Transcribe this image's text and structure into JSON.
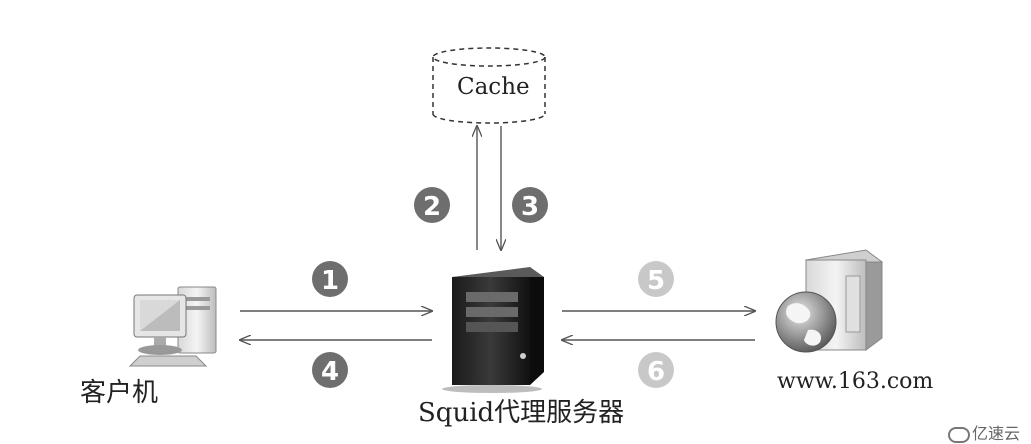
{
  "nodes": {
    "cache": "Cache",
    "client": "客户机",
    "proxy": "Squid代理服务器",
    "web": "www.163.com"
  },
  "steps": [
    "1",
    "2",
    "3",
    "4",
    "5",
    "6"
  ],
  "colors": {
    "step_dark": "#6e6e6e",
    "step_light": "#c8c8c8",
    "arrow": "#555555"
  },
  "watermark": "亿速云"
}
